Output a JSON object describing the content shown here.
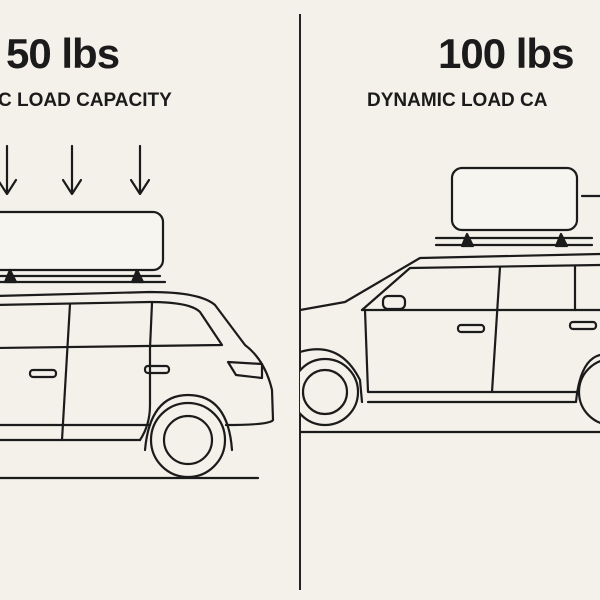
{
  "left": {
    "weight": "50 lbs",
    "label": "C LOAD CAPACITY",
    "icons": [
      "down-arrow",
      "down-arrow",
      "down-arrow",
      "roof-box",
      "hatchback-car"
    ]
  },
  "right": {
    "weight": "100 lbs",
    "label": "DYNAMIC LOAD CA",
    "icons": [
      "roof-box",
      "wagon-car"
    ]
  },
  "colors": {
    "background": "#f4f1ea",
    "ink": "#1b1b1b",
    "box_fill": "#f7f5f0"
  }
}
